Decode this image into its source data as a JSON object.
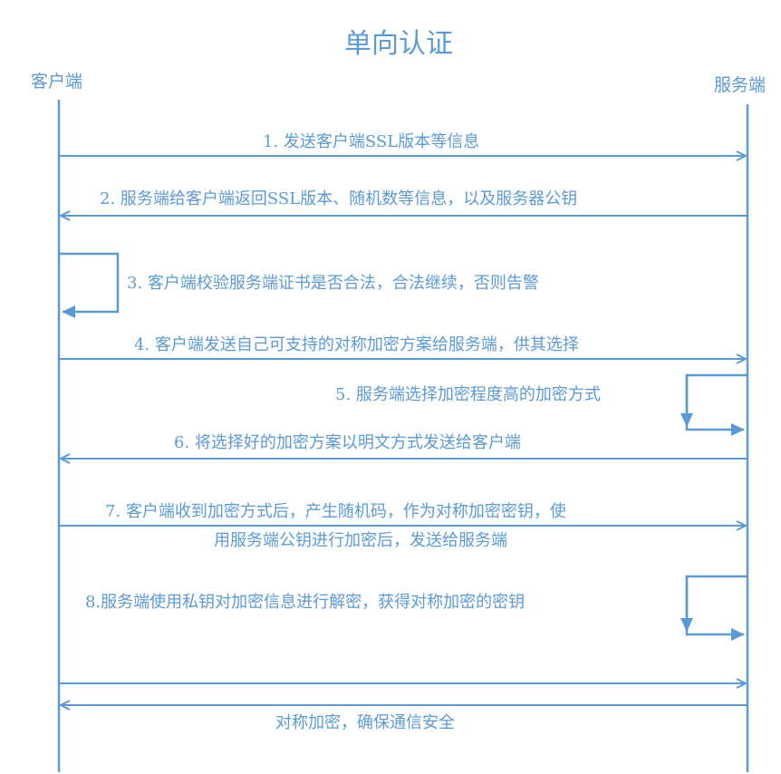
{
  "title": "单向认证",
  "participants": {
    "client": "客户端",
    "server": "服务端"
  },
  "steps": [
    "1. 发送客户端SSL版本等信息",
    "2. 服务端给客户端返回SSL版本、随机数等信息，以及服务器公钥",
    "3. 客户端校验服务端证书是否合法，合法继续，否则告警",
    "4. 客户端发送自己可支持的对称加密方案给服务端，供其选择",
    "5. 服务端选择加密程度高的加密方式",
    "6. 将选择好的加密方案以明文方式发送给客户端",
    "7. 客户端收到加密方式后，产生随机码，作为对称加密密钥，使",
    "用服务端公钥进行加密后，发送给服务端",
    "8.服务端使用私钥对加密信息进行解密，获得对称加密的密钥",
    "对称加密，确保通信安全"
  ],
  "colors": {
    "line": "#5b9bd5",
    "text": "#5b9bd5"
  }
}
